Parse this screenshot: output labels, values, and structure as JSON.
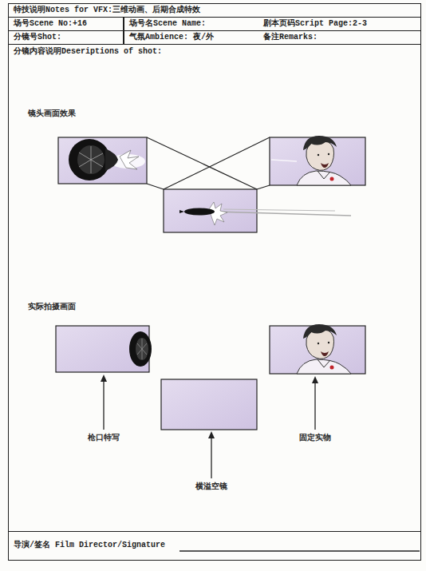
{
  "diagram": {
    "nodes": [
      {
        "text": [
          "特技说明Notes for VFX:三维动画、后期合成特效"
        ]
      },
      {
        "text": [
          "场号Scene No:+16"
        ]
      },
      {
        "text": [
          "场号名Scene Name:",
          "剧本页码Script Page:2-3"
        ]
      },
      {
        "text": [
          "分镜号Shot:"
        ]
      },
      {
        "text": [
          "气氛Ambience: 夜/外",
          "备注Remarks:"
        ]
      },
      {
        "text": [
          "分镜内容说明Deseriptions of shot:"
        ]
      },
      {
        "text": [
          "导演/签名 Film Director/Signature"
        ]
      }
    ],
    "labels": [
      "镜头画面效果",
      "实际拍摄画面",
      "枪口特写",
      "横溢空镜",
      "固定实物"
    ]
  }
}
